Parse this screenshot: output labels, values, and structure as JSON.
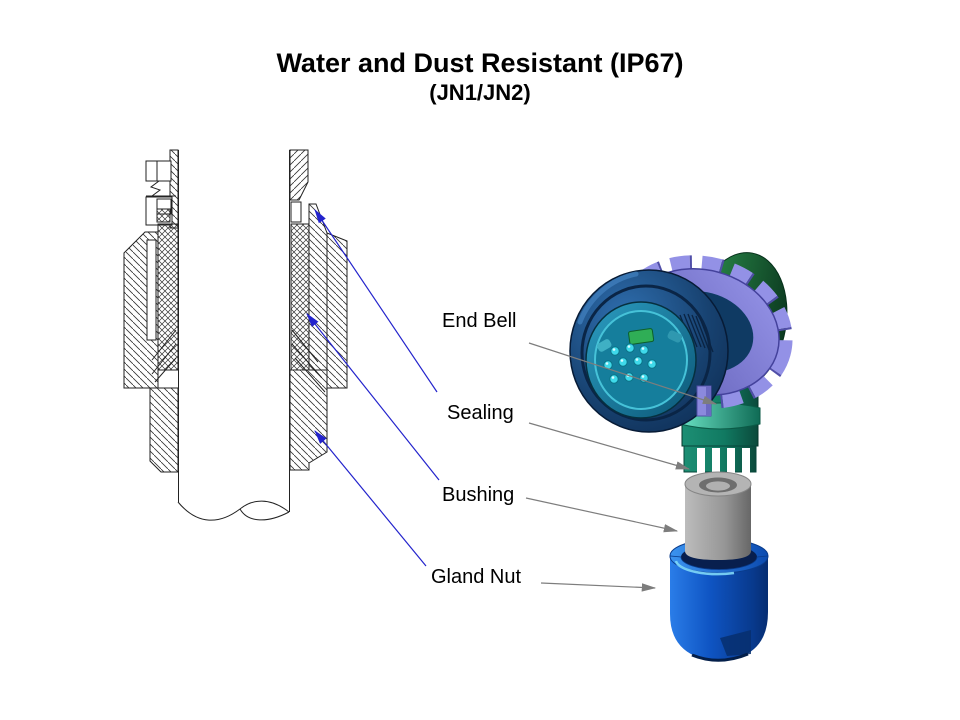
{
  "slide": {
    "title": "Water and Dust Resistant (IP67)",
    "subtitle": "(JN1/JN2)"
  },
  "callouts": {
    "end_bell": {
      "label": "End Bell"
    },
    "sealing": {
      "label": "Sealing"
    },
    "bushing": {
      "label": "Bushing"
    },
    "gland_nut": {
      "label": "Gland Nut"
    }
  },
  "colors": {
    "leader_blue": "#2323cc",
    "leader_gray": "#7d7d7d",
    "coupling_nut_purple": "#7a78d2",
    "shell_navy": "#133a68",
    "insert_teal": "#1a85a0",
    "contact_cyan": "#3fd9ea",
    "end_bell_green": "#0e6a56",
    "bushing_gray": "#9a9a9a",
    "gland_nut_blue": "#0f5ad0",
    "drawing_line": "#222222"
  }
}
